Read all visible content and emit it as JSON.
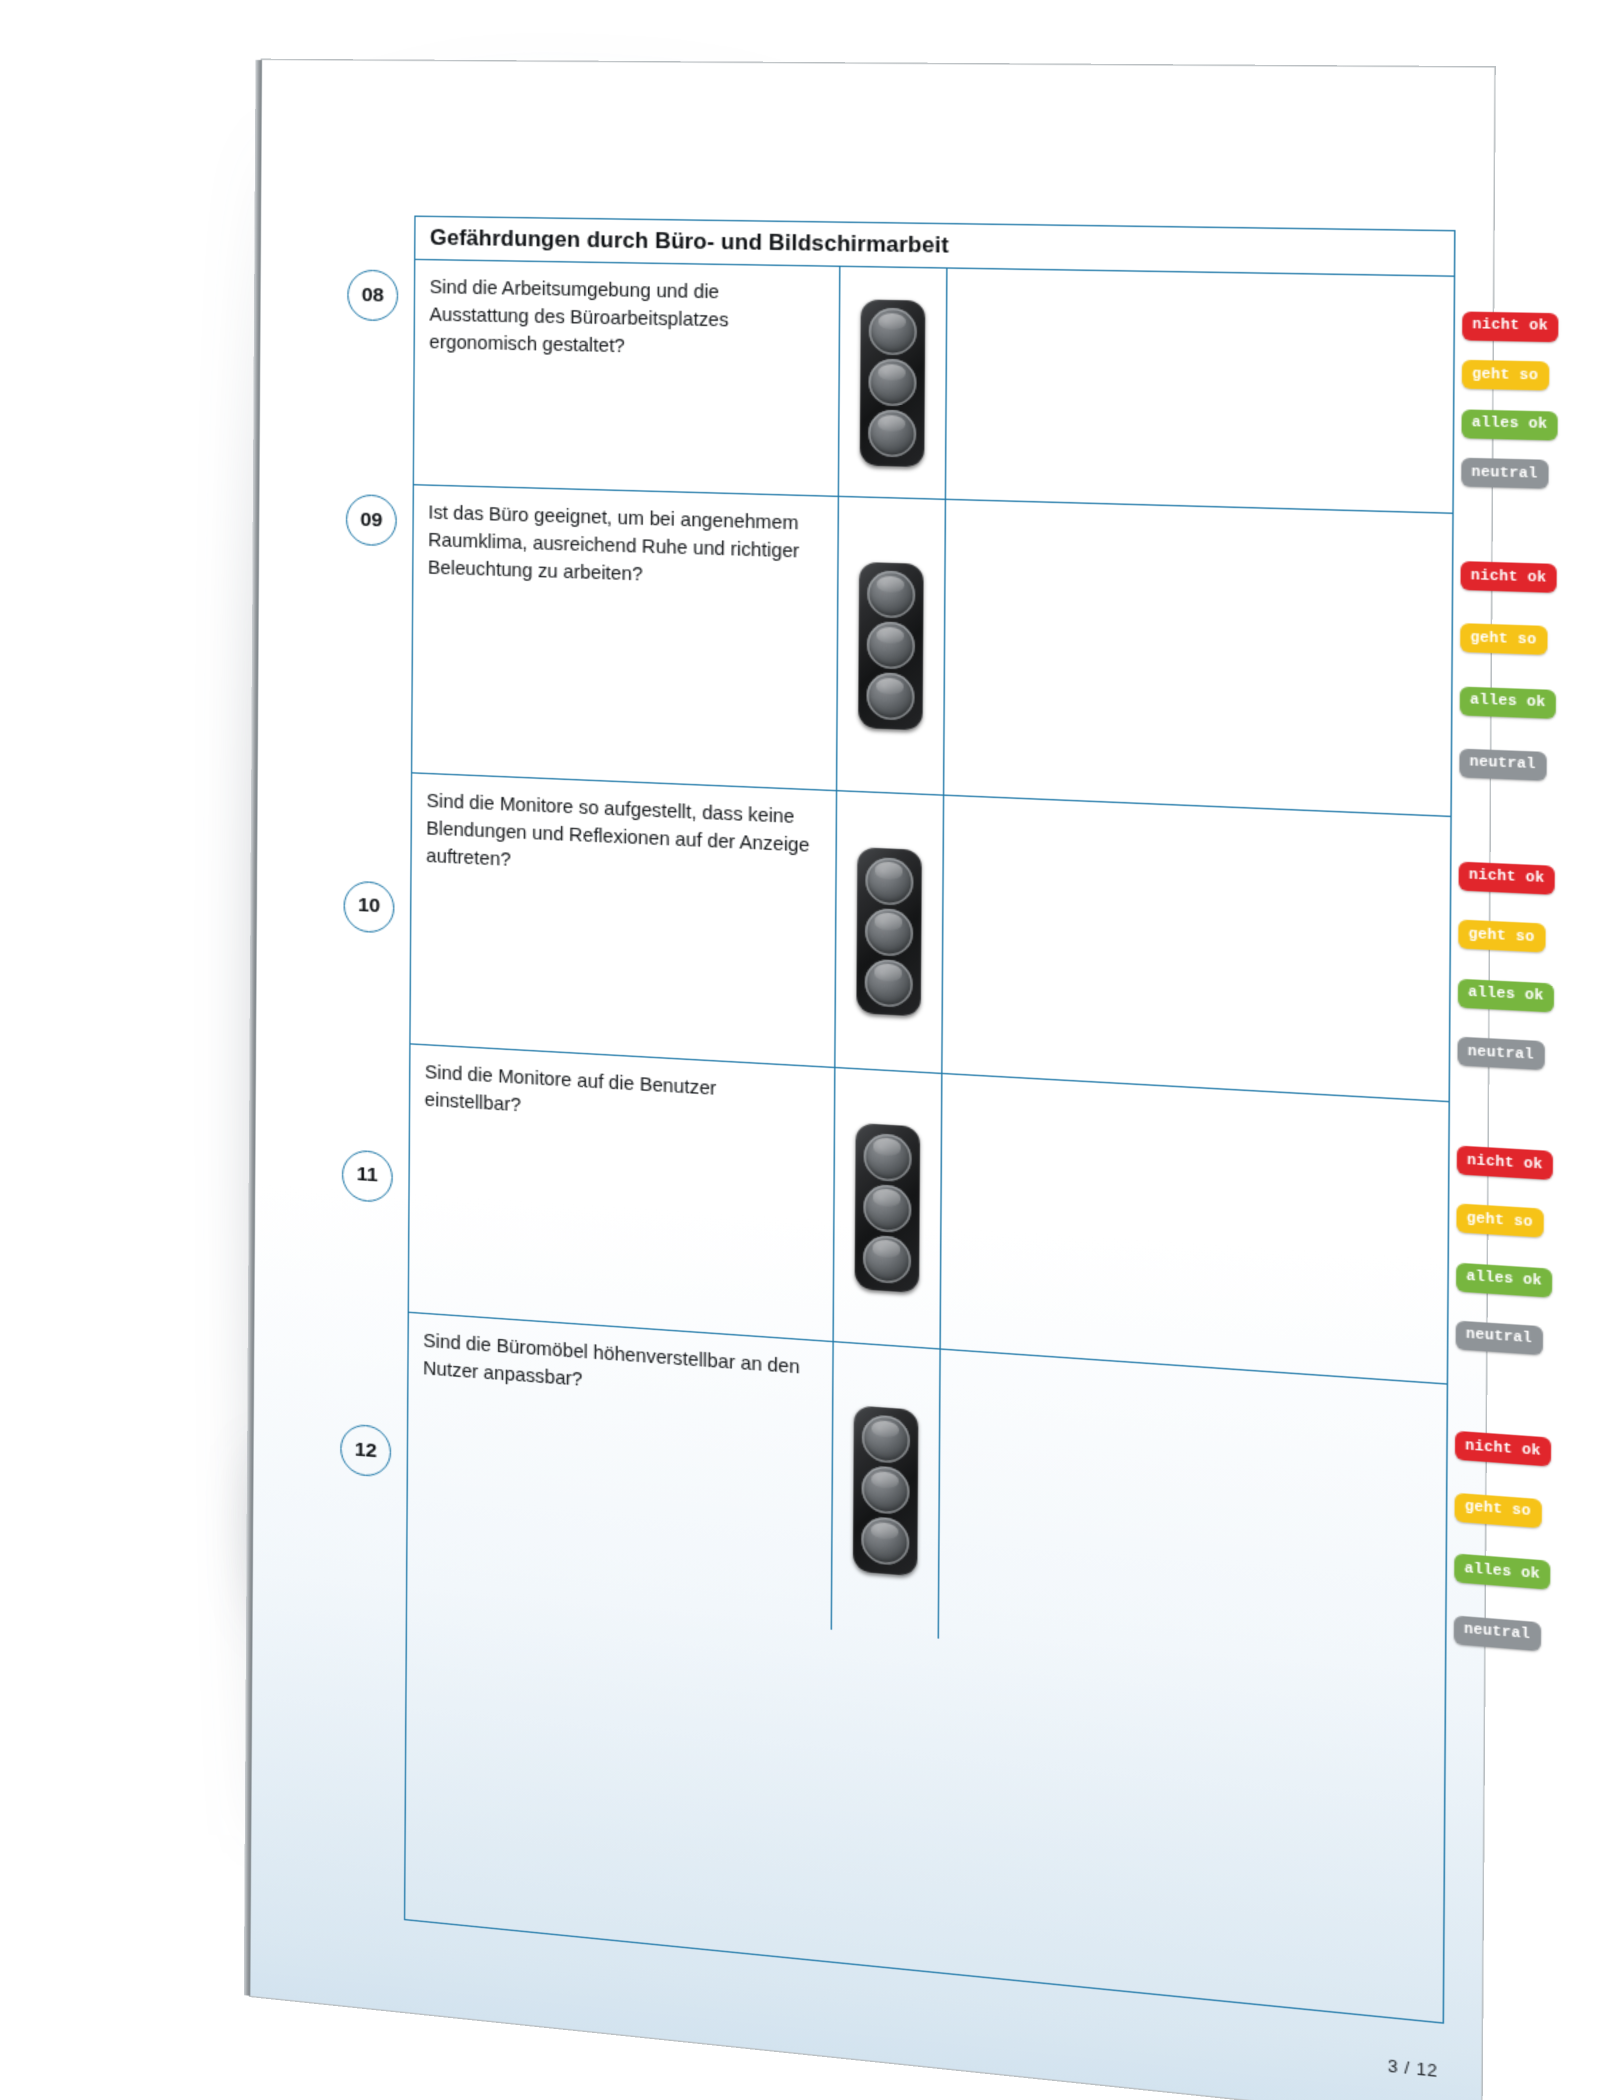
{
  "document": {
    "section_title": "Gefährdungen durch Büro- und Bildschirmarbeit",
    "page_number": "3 / 12"
  },
  "ratings": {
    "colors": {
      "nicht_ok": "#E1262C",
      "geht_so": "#F6C318",
      "alles_ok": "#77B63F",
      "neutral": "#8F9498"
    },
    "options": [
      {
        "key": "nicht_ok",
        "label": "nicht ok",
        "color": "#E1262C"
      },
      {
        "key": "geht_so",
        "label": "geht so",
        "color": "#F6C318"
      },
      {
        "key": "alles_ok",
        "label": "alles ok",
        "color": "#77B63F"
      },
      {
        "key": "neutral",
        "label": "neutral",
        "color": "#8F9498"
      }
    ]
  },
  "traffic_light": {
    "lamp_state": "unlit",
    "lamps": [
      "red-lamp",
      "amber-lamp",
      "green-lamp"
    ]
  },
  "rows": [
    {
      "number": "08",
      "question": "Sind die Arbeitsumgebung und die Ausstattung des Büroarbeitsplatzes ergonomisch gestaltet?",
      "notes": ""
    },
    {
      "number": "09",
      "question": "Ist das Büro geeignet, um bei angenehmem Raumklima, ausreichend Ruhe und richtiger Beleuchtung zu arbeiten?",
      "notes": ""
    },
    {
      "number": "10",
      "question": "Sind die Monitore so aufgestellt, dass keine Blendungen und Reflexionen auf der Anzeige auftreten?",
      "notes": ""
    },
    {
      "number": "11",
      "question": "Sind die Monitore auf die Benutzer einstellbar?",
      "notes": ""
    },
    {
      "number": "12",
      "question": "Sind die Büromöbel höhenverstellbar an den Nutzer anpassbar?",
      "notes": ""
    }
  ]
}
